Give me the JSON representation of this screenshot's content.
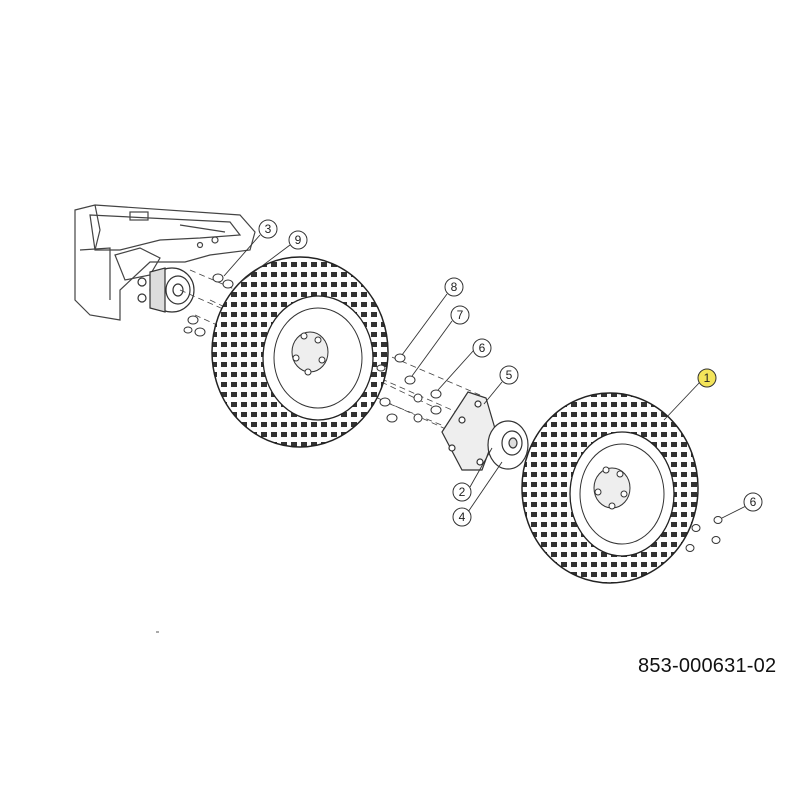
{
  "diagram": {
    "part_number": "853-000631-02",
    "callouts": [
      {
        "id": "callout-3",
        "label": "3"
      },
      {
        "id": "callout-9",
        "label": "9"
      },
      {
        "id": "callout-8",
        "label": "8"
      },
      {
        "id": "callout-7",
        "label": "7"
      },
      {
        "id": "callout-6-upper",
        "label": "6"
      },
      {
        "id": "callout-5",
        "label": "5"
      },
      {
        "id": "callout-1",
        "label": "1",
        "highlight": "#f3e45a"
      },
      {
        "id": "callout-2",
        "label": "2"
      },
      {
        "id": "callout-4",
        "label": "4"
      },
      {
        "id": "callout-6-lower",
        "label": "6"
      }
    ]
  }
}
